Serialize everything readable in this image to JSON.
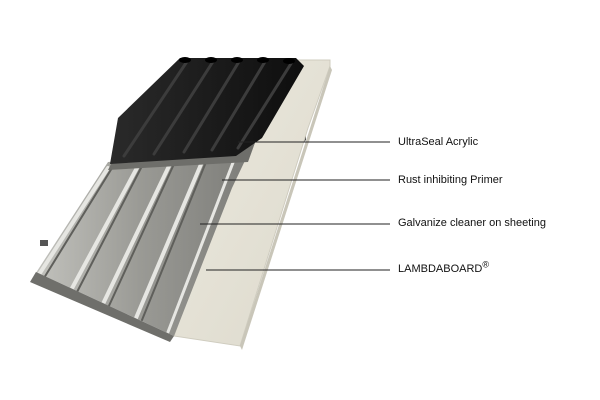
{
  "labels": {
    "layer_1": "UltraSeal Acrylic",
    "layer_2": "Rust inhibiting Primer",
    "layer_3": "Galvanize cleaner on sheeting",
    "layer_4": "LAMBDABOARD",
    "layer_4_mark": "®"
  },
  "colors": {
    "board": "#e6e3d6",
    "coating": "#1a1a1a",
    "metal": "#9c9c96",
    "bracket": "#4a4a4a",
    "leader": "#222222",
    "text": "#111111"
  }
}
